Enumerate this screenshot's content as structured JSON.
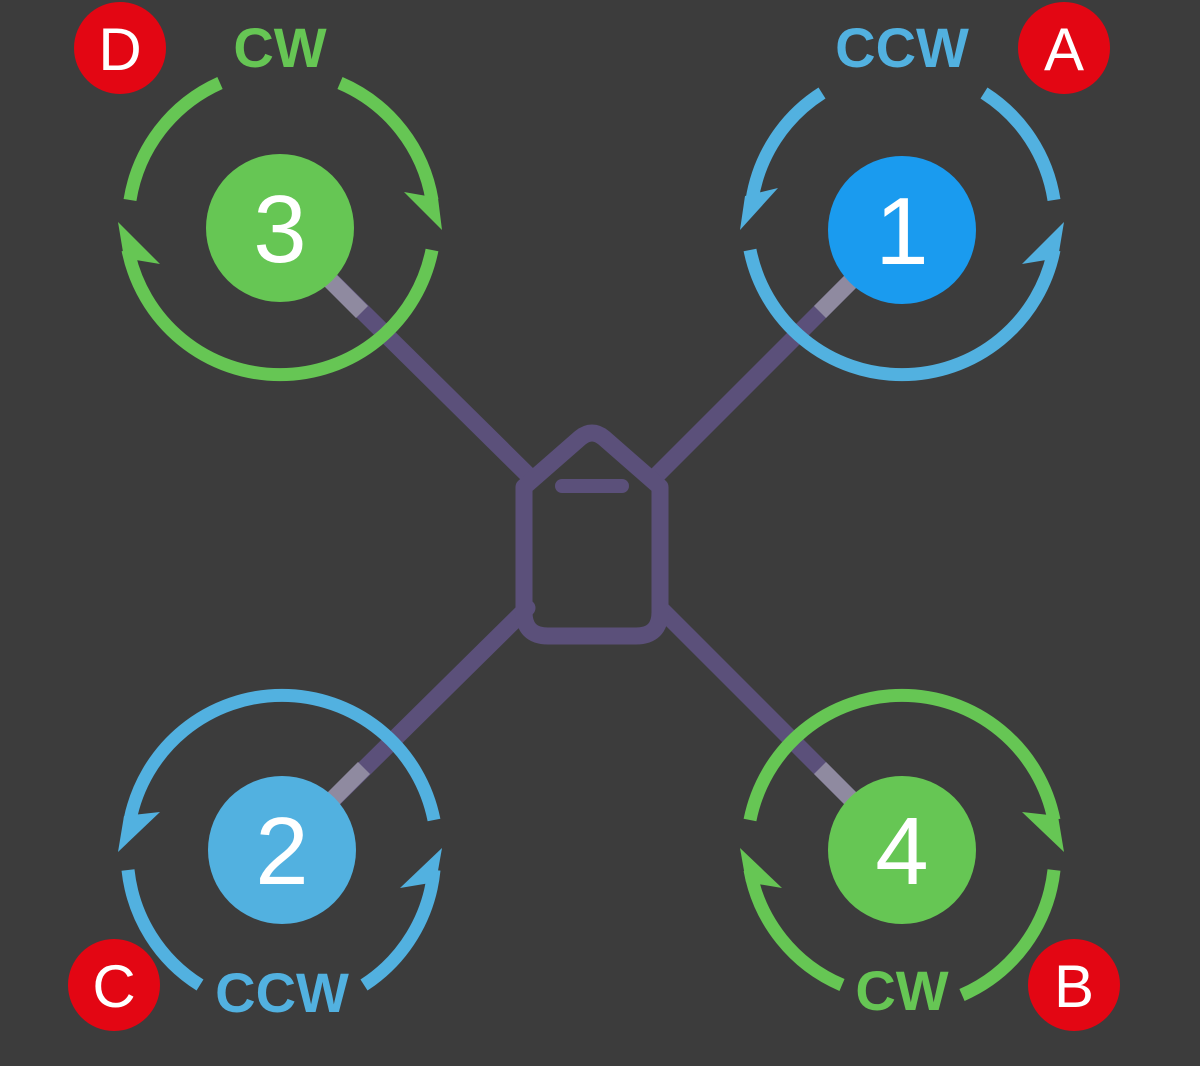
{
  "colors": {
    "background": "#3c3c3c",
    "frame": "#5b507a",
    "arm_highlight": "#8f8aa0",
    "cw": "#66c654",
    "ccw": "#52b1e0",
    "motor1_fill": "#1a9bef",
    "badge": "#e30613"
  },
  "motors": [
    {
      "number": "1",
      "direction": "CCW",
      "badge": "A",
      "spin": "ccw"
    },
    {
      "number": "2",
      "direction": "CCW",
      "badge": "C",
      "spin": "ccw"
    },
    {
      "number": "3",
      "direction": "CW",
      "badge": "D",
      "spin": "cw"
    },
    {
      "number": "4",
      "direction": "CW",
      "badge": "B",
      "spin": "cw"
    }
  ],
  "icons": {
    "frame": "quadcopter-frame-icon",
    "rotation": "rotation-arrow-icon",
    "forward": "forward-arrow-icon"
  }
}
